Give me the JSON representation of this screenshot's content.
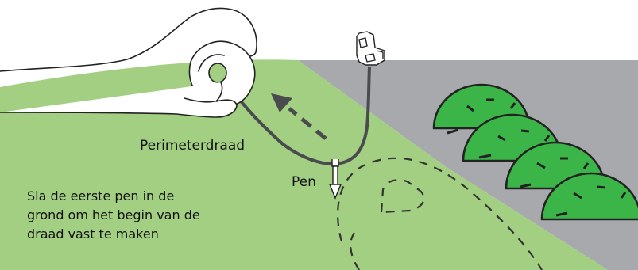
{
  "labels": {
    "wire": "Perimeterdraad",
    "peg": "Pen"
  },
  "caption": {
    "lines": [
      "Sla de eerste pen in de",
      "grond om het begin van de",
      "draad vast te maken"
    ]
  },
  "colors": {
    "lawn": "#a3cf82",
    "paving": "#a7a9ad",
    "wire": "#4a4b4e",
    "hedge": "#3cb548",
    "outline": "#222222"
  }
}
